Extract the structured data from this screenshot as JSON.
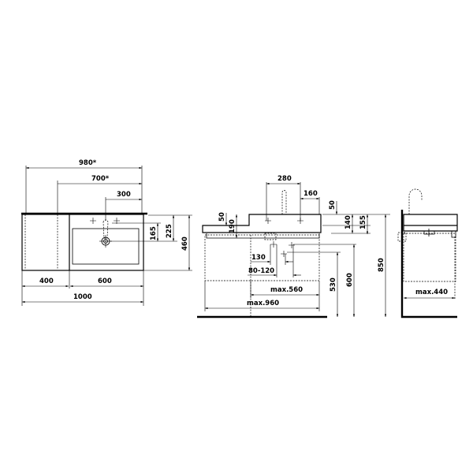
{
  "top_view": {
    "dims": {
      "d980": "980*",
      "d700": "700*",
      "d300": "300",
      "d165": "165",
      "d225": "225",
      "d460": "460",
      "d400": "400",
      "d600": "600",
      "d1000": "1000"
    }
  },
  "front_view": {
    "dims": {
      "d280": "280",
      "d160": "160",
      "d50l": "50",
      "d190": "190",
      "d50r": "50",
      "d140": "140",
      "d155": "155",
      "d850": "850",
      "d600": "600",
      "d530": "530",
      "d130": "130",
      "d80_120": "80-120",
      "max560": "max.560",
      "max960": "max.960"
    }
  },
  "side_view": {
    "dims": {
      "max440": "max.440"
    }
  },
  "colors": {
    "line": "#000000",
    "background": "#ffffff"
  }
}
